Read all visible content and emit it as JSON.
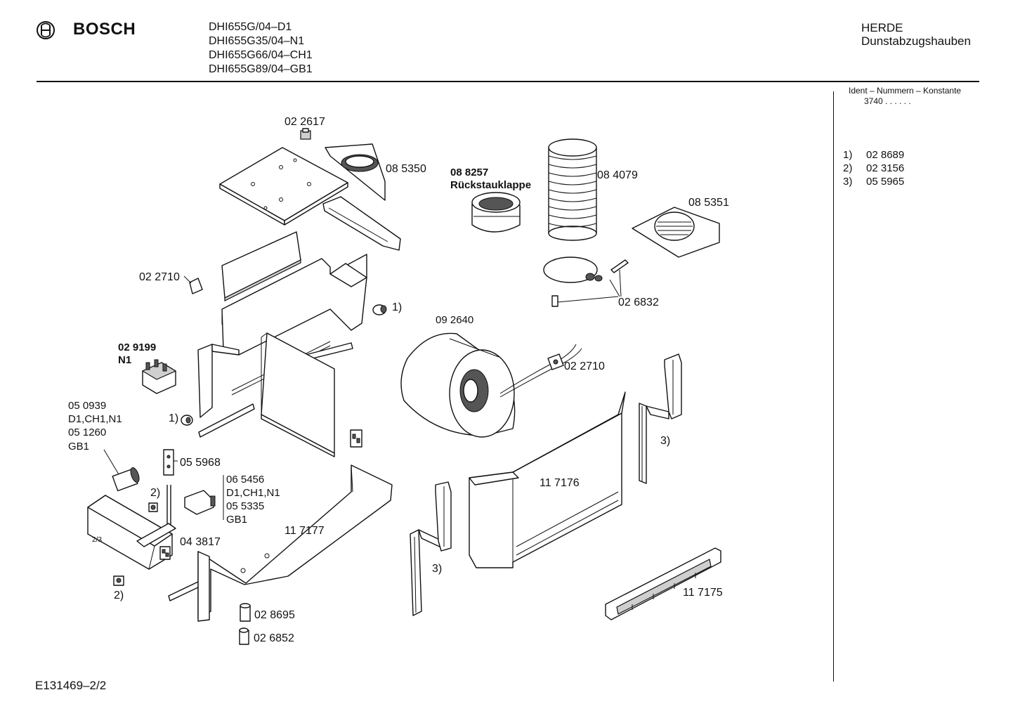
{
  "header": {
    "brand": "BOSCH",
    "brand_icon": "bosch-armature-logo",
    "models": [
      "DHI655G/04–D1",
      "DHI655G35/04–N1",
      "DHI655G66/04–CH1",
      "DHI655G89/04–GB1"
    ],
    "category_line1": "HERDE",
    "category_line2": "Dunstabzugshauben"
  },
  "sidebar": {
    "ident_label": "Ident – Nummern – Konstante",
    "ident_value": "3740  .  .    .  .  .  .",
    "footnotes": [
      {
        "key": "1)",
        "value": "02 8689"
      },
      {
        "key": "2)",
        "value": "02 3156"
      },
      {
        "key": "3)",
        "value": "05 5965"
      }
    ]
  },
  "footer": {
    "doc_id": "E131469–2/2"
  },
  "parts": {
    "p022617": "02 2617",
    "p085350": "08 5350",
    "p088257": "08 8257",
    "p088257_name": "Rückstauklappe",
    "p084079": "08 4079",
    "p085351": "08 5351",
    "p022710a": "02 2710",
    "ref1a": "1)",
    "p026832": "02 6832",
    "p092640": "09 2640",
    "p022710b": "02 2710",
    "p029199": "02 9199",
    "p029199_var": "N1",
    "p050939": "05 0939",
    "p050939_var": "D1,CH1,N1",
    "p051260": "05 1260",
    "p051260_var": "GB1",
    "ref1b": "1)",
    "p055968": "05 5968",
    "p065456": "06 5456",
    "p065456_var": "D1,CH1,N1",
    "p055335": "05 5335",
    "p055335_var": "GB1",
    "ref2a": "2)",
    "p117177": "11 7177",
    "p043817": "04 3817",
    "ref2b": "2)",
    "p028695": "02 8695",
    "p026852": "02 6852",
    "p117176": "11 7176",
    "ref3a": "3)",
    "ref3b": "3)",
    "p117175": "11 7175"
  }
}
